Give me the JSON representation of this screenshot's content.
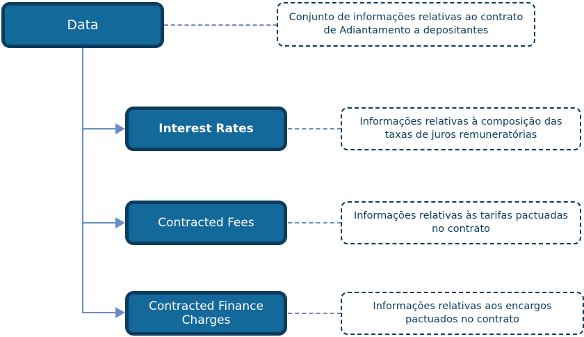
{
  "diagram": {
    "root": {
      "label": "Data",
      "note": "Conjunto de informações relativas ao contrato de Adiantamento a depositantes"
    },
    "children": [
      {
        "label": "Interest Rates",
        "note": "Informações relativas à composição das taxas de juros remuneratórias"
      },
      {
        "label": "Contracted Fees",
        "note": "Informações relativas às tarifas pactuadas no contrato"
      },
      {
        "label": "Contracted Finance Charges",
        "note": "Informações relativas aos encargos pactuados no contrato"
      }
    ],
    "colors": {
      "node_fill": "#14699b",
      "node_border": "#0b3c5d",
      "node_text": "#ffffff",
      "note_border": "#0b3c5d",
      "note_text": "#0b3c5d",
      "connector": "#6b8ec2",
      "background": "#ffffff"
    }
  }
}
